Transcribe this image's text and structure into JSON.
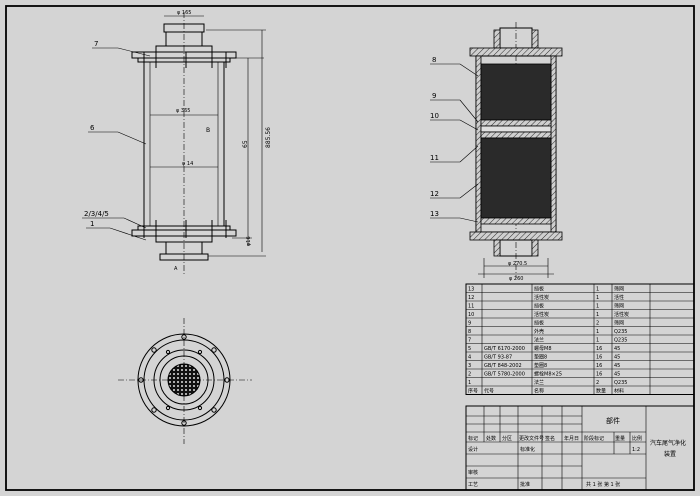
{
  "views": {
    "front": {
      "dim_top": "φ 165",
      "dim_inner": "φ 365",
      "dim_center_small": "φ 14",
      "dim_bottom": "φ16",
      "dim_height_inner": "65",
      "dim_height_total": "885.56",
      "label_d": "B",
      "label_bottom": "A",
      "callouts": [
        "7",
        "6",
        "2/3/4/5",
        "1"
      ]
    },
    "section": {
      "callouts": [
        "8",
        "9",
        "10",
        "11",
        "12",
        "13"
      ],
      "dim_flange": "φ 270.5",
      "dim_base": "φ 260"
    }
  },
  "bom": {
    "rows": [
      {
        "no": "13",
        "code": "",
        "name": "挡板",
        "qty": "1",
        "mat": "筛网"
      },
      {
        "no": "12",
        "code": "",
        "name": "活性炭",
        "qty": "1",
        "mat": "活性"
      },
      {
        "no": "11",
        "code": "",
        "name": "挡板",
        "qty": "1",
        "mat": "筛网"
      },
      {
        "no": "10",
        "code": "",
        "name": "活性炭",
        "qty": "1",
        "mat": "活性炭"
      },
      {
        "no": "9",
        "code": "",
        "name": "挡板",
        "qty": "2",
        "mat": "筛网"
      },
      {
        "no": "8",
        "code": "",
        "name": "外壳",
        "qty": "1",
        "mat": "Q235"
      },
      {
        "no": "7",
        "code": "",
        "name": "法兰",
        "qty": "1",
        "mat": "Q235"
      },
      {
        "no": "5",
        "code": "GB/T 6170-2000",
        "name": "螺母M8",
        "qty": "16",
        "mat": "45"
      },
      {
        "no": "4",
        "code": "GB/T 93-87",
        "name": "垫圈8",
        "qty": "16",
        "mat": "45"
      },
      {
        "no": "3",
        "code": "GB/T 848-2002",
        "name": "垫圈8",
        "qty": "16",
        "mat": "45"
      },
      {
        "no": "2",
        "code": "GB/T 5780-2000",
        "name": "螺栓M8×25",
        "qty": "16",
        "mat": "45"
      },
      {
        "no": "1",
        "code": "",
        "name": "法兰",
        "qty": "2",
        "mat": "Q235"
      }
    ],
    "header": {
      "no": "序号",
      "code": "代号",
      "name": "名称",
      "qty": "数量",
      "mat": "材料"
    }
  },
  "title_block": {
    "part": "部件",
    "title_line1": "汽车尾气净化",
    "title_line2": "装置",
    "row_labels": [
      "标记",
      "处数",
      "分区",
      "更改文件号",
      "签名",
      "年月日"
    ],
    "design": "设计",
    "standardize": "标准化",
    "review": "审核",
    "process": "工艺",
    "approve": "批准",
    "stage_headers": [
      "阶段标记",
      "重量",
      "比例"
    ],
    "scale": "1:2",
    "sheets": "共 1 张 第 1 张"
  }
}
